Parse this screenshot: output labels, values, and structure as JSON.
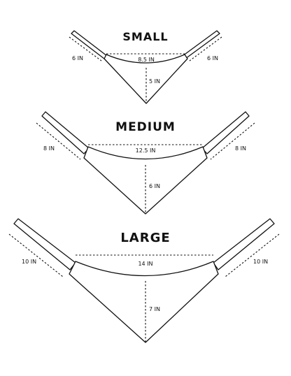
{
  "sizes": {
    "small": {
      "title": "SMALL",
      "strap_left": "6 IN",
      "strap_right": "6 IN",
      "width": "8.5 IN",
      "depth": "5 IN"
    },
    "medium": {
      "title": "MEDIUM",
      "strap_left": "8 IN",
      "strap_right": "8 IN",
      "width": "12.5 IN",
      "depth": "6 IN"
    },
    "large": {
      "title": "LARGE",
      "strap_left": "10 IN",
      "strap_right": "10 IN",
      "width": "14 IN",
      "depth": "7 IN"
    }
  },
  "colors": {
    "ink": "#111111",
    "background": "#ffffff"
  }
}
